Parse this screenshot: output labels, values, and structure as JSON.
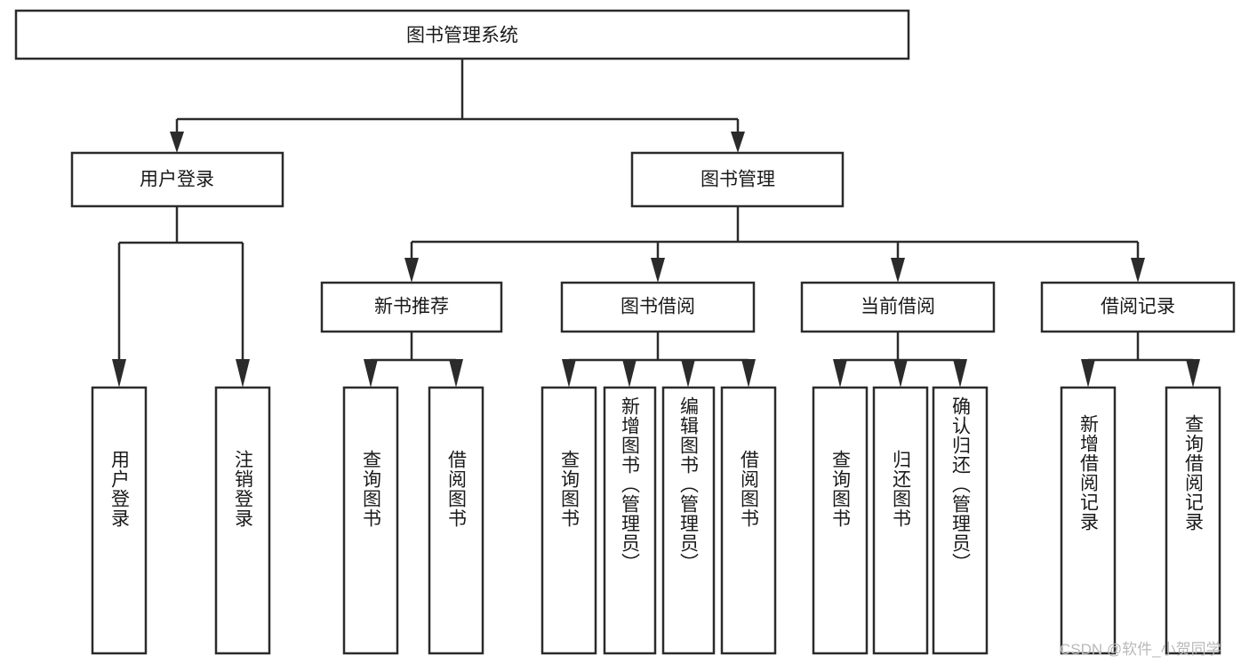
{
  "diagram": {
    "type": "tree-hierarchy",
    "title": "图书管理系统",
    "watermark": "CSDN @软件_小贺同学",
    "colors": {
      "stroke": "#2b2b2b",
      "fill": "#ffffff",
      "text": "#1a1a1a",
      "watermark": "#b9b9b9",
      "background": "#ffffff"
    },
    "levels": {
      "root": {
        "label": "图书管理系统"
      },
      "level2": [
        {
          "id": "user-login",
          "label": "用户登录"
        },
        {
          "id": "book-management",
          "label": "图书管理"
        }
      ],
      "level3": [
        {
          "id": "new-book-recommend",
          "label": "新书推荐",
          "parent": "book-management"
        },
        {
          "id": "book-borrow",
          "label": "图书借阅",
          "parent": "book-management"
        },
        {
          "id": "current-borrow",
          "label": "当前借阅",
          "parent": "book-management"
        },
        {
          "id": "borrow-record",
          "label": "借阅记录",
          "parent": "book-management"
        }
      ],
      "leaves": [
        {
          "id": "leaf-user-login",
          "label": "用户登录",
          "parent": "user-login"
        },
        {
          "id": "leaf-logout",
          "label": "注销登录",
          "parent": "user-login"
        },
        {
          "id": "leaf-query-book-1",
          "label": "查询图书",
          "parent": "new-book-recommend"
        },
        {
          "id": "leaf-borrow-book-1",
          "label": "借阅图书",
          "parent": "new-book-recommend"
        },
        {
          "id": "leaf-query-book-2",
          "label": "查询图书",
          "parent": "book-borrow"
        },
        {
          "id": "leaf-add-book",
          "label": "新增图书（管理员）",
          "parent": "book-borrow"
        },
        {
          "id": "leaf-edit-book",
          "label": "编辑图书（管理员）",
          "parent": "book-borrow"
        },
        {
          "id": "leaf-borrow-book-2",
          "label": "借阅图书",
          "parent": "book-borrow"
        },
        {
          "id": "leaf-query-book-3",
          "label": "查询图书",
          "parent": "current-borrow"
        },
        {
          "id": "leaf-return-book",
          "label": "归还图书",
          "parent": "current-borrow"
        },
        {
          "id": "leaf-confirm-return",
          "label": "确认归还（管理员）",
          "parent": "current-borrow"
        },
        {
          "id": "leaf-add-record",
          "label": "新增借阅记录",
          "parent": "borrow-record"
        },
        {
          "id": "leaf-query-record",
          "label": "查询借阅记录",
          "parent": "borrow-record"
        }
      ]
    }
  }
}
